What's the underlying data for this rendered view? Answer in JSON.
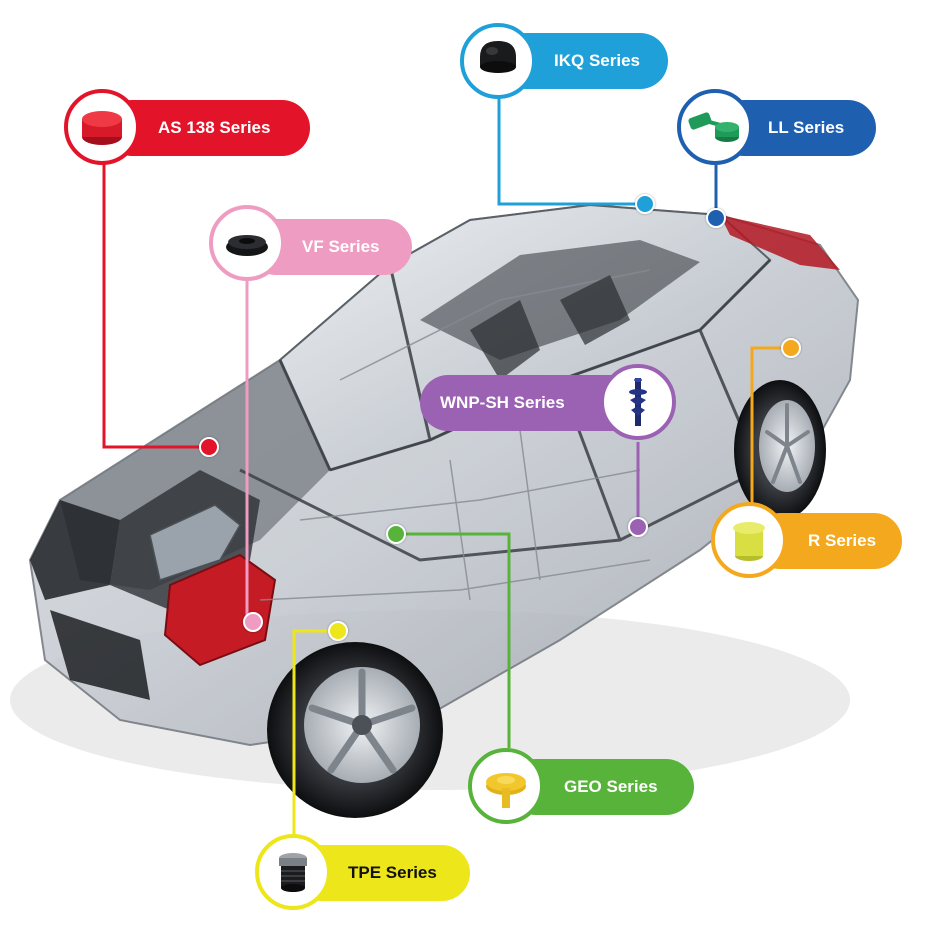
{
  "colors": {
    "as138": "#e3142a",
    "vf": "#ef9cc2",
    "ikq": "#1fa0d8",
    "ll": "#1f5fb0",
    "wnp": "#9b62b3",
    "r": "#f4a81d",
    "geo": "#57b33a",
    "tpe": "#ece61a"
  },
  "series": {
    "as138": {
      "label": "AS 138 Series",
      "icon": "red-cap-icon"
    },
    "vf": {
      "label": "VF Series",
      "icon": "black-grommet-icon"
    },
    "ikq": {
      "label": "IKQ Series",
      "icon": "black-cap-icon"
    },
    "ll": {
      "label": "LL Series",
      "icon": "green-tethered-cap-icon"
    },
    "wnp": {
      "label": "WNP-SH Series",
      "icon": "navy-push-rivet-icon"
    },
    "r": {
      "label": "R Series",
      "icon": "yellow-cap-icon"
    },
    "geo": {
      "label": "GEO Series",
      "icon": "yellow-flange-plug-icon"
    },
    "tpe": {
      "label": "TPE Series",
      "icon": "black-threaded-plug-icon"
    }
  }
}
